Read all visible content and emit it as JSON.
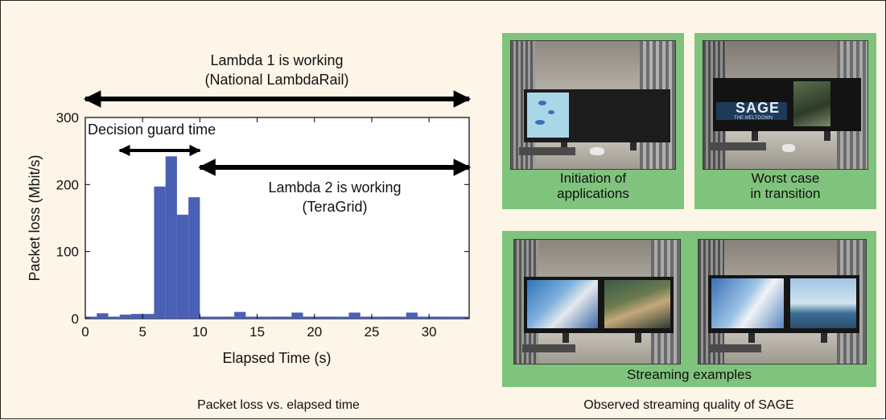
{
  "colors": {
    "panel_bg": "#fdf6e8",
    "bar": "#4a60b5",
    "photo_frame": "#7fc37c"
  },
  "chart_data": {
    "type": "bar",
    "xlabel": "Elapsed Time (s)",
    "ylabel": "Packet loss (Mbit/s)",
    "xlim": [
      0,
      33.5
    ],
    "ylim": [
      0,
      300
    ],
    "xticks": [
      0,
      5,
      10,
      15,
      20,
      25,
      30
    ],
    "yticks": [
      0,
      100,
      200,
      300
    ],
    "bin_width": 1,
    "x": [
      0,
      1,
      2,
      3,
      4,
      5,
      6,
      7,
      8,
      9,
      10,
      11,
      12,
      13,
      14,
      15,
      16,
      17,
      18,
      19,
      20,
      21,
      22,
      23,
      24,
      25,
      26,
      27,
      28,
      29,
      30,
      31,
      32,
      33
    ],
    "values": [
      3,
      8,
      3,
      6,
      7,
      7,
      197,
      242,
      155,
      181,
      3,
      3,
      3,
      10,
      3,
      3,
      3,
      3,
      9,
      3,
      3,
      3,
      3,
      9,
      3,
      3,
      3,
      3,
      9,
      3,
      3,
      3,
      3,
      3
    ],
    "annotations": [
      {
        "line1": "Lambda 1 is working",
        "line2": "(National LambdaRail)",
        "x_start": 0,
        "x_end": 33.5
      },
      {
        "line1": "Decision guard time",
        "x_start": 3,
        "x_end": 10
      },
      {
        "line1": "Lambda 2 is working",
        "line2": "(TeraGrid)",
        "x_start": 10,
        "x_end": 33.5
      }
    ],
    "caption": "Packet loss vs. elapsed time"
  },
  "photos": {
    "initiation_line1": "Initiation of",
    "initiation_line2": "applications",
    "worst_line1": "Worst case",
    "worst_line2": "in transition",
    "streaming_label": "Streaming examples",
    "screen_text": "SAGE",
    "screen_subtext": "THE MELTDOWN"
  },
  "caption_right": "Observed streaming quality of SAGE"
}
